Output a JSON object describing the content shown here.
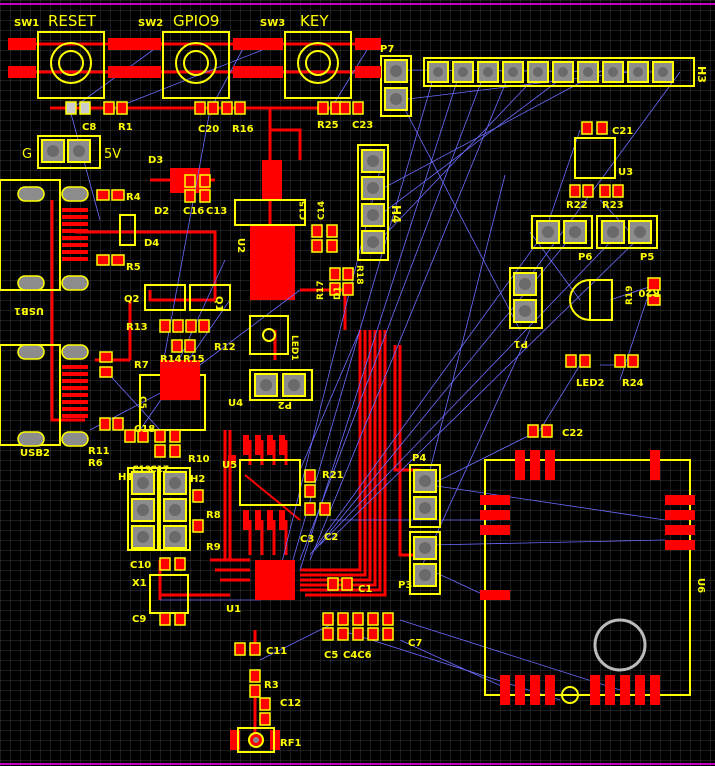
{
  "colors": {
    "background": "#000000",
    "grid": "#3a3a3a",
    "copper": "#ff0000",
    "silkscreen": "#ffff00",
    "ratsnest": "#6b6bff",
    "pad_inner": "#8c8c8c",
    "board_edge": "#c000c0"
  },
  "labels": {
    "sw1": "SW1",
    "reset": "RESET",
    "sw2": "SW2",
    "gpio9": "GPIO9",
    "sw3": "SW3",
    "key": "KEY",
    "p7": "P7",
    "h3": "H3",
    "c8": "C8",
    "r1": "R1",
    "c20": "C20",
    "r16": "R16",
    "r25": "R25",
    "c23": "C23",
    "c21": "C21",
    "u3": "U3",
    "r22": "R22",
    "r23": "R23",
    "g": "G",
    "v5": "5V",
    "d3": "D3",
    "d2": "D2",
    "c16": "C16",
    "c13": "C13",
    "r4": "R4",
    "d4": "D4",
    "r5": "R5",
    "u2": "U2",
    "c15": "C15",
    "c14": "C14",
    "h4": "H4",
    "p6": "P6",
    "p5": "P5",
    "usb1": "USB1",
    "r18": "R18",
    "r17": "R17",
    "d1": "D1",
    "p1": "P1",
    "r20": "R20",
    "r19": "R19",
    "q2": "Q2",
    "q1": "Q1",
    "r13": "R13",
    "r12": "R12",
    "r14": "R14",
    "r15": "R15",
    "led1": "LED1",
    "r7": "R7",
    "c5": "C5",
    "c5b": "C5",
    "u4": "U4",
    "p2": "P2",
    "led2": "LED2",
    "r24": "R24",
    "c22": "C22",
    "r11": "R11",
    "r6": "R6",
    "c18": "C18",
    "r10": "R10",
    "c19": "C19",
    "c17": "C17",
    "usb2": "USB2",
    "h1": "H1",
    "h2": "H2",
    "u5": "U5",
    "r21": "R21",
    "p4": "P4",
    "r8": "R8",
    "r9": "R9",
    "c3": "C3",
    "c2": "C2",
    "u6": "U6",
    "c10": "C10",
    "x1": "X1",
    "c9": "C9",
    "u1": "U1",
    "c1": "C1",
    "p3": "P3",
    "c4c6": "C4C6",
    "c7": "C7",
    "c11": "C11",
    "r3": "R3",
    "c12": "C12",
    "rf1": "RF1"
  }
}
